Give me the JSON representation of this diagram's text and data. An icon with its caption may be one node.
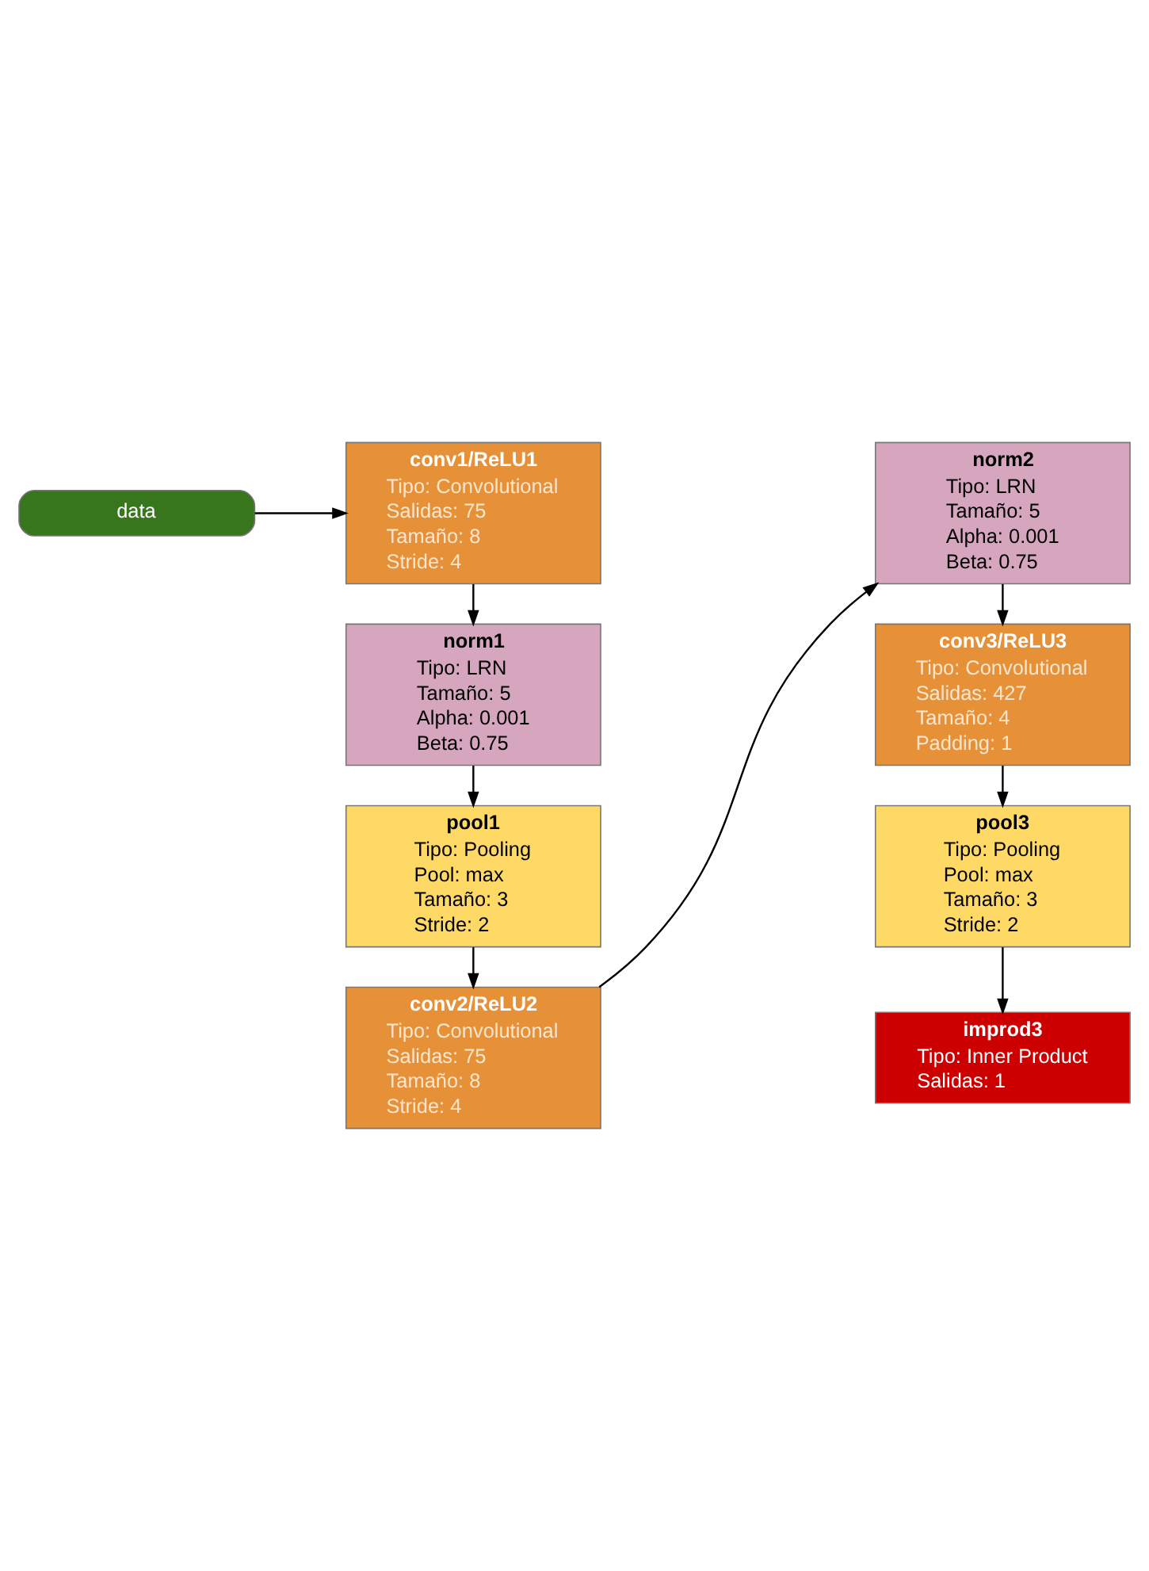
{
  "diagram": {
    "nodes": [
      {
        "text": [
          "data"
        ]
      },
      {
        "text": [
          "conv1/ReLU1",
          "Tipo: Convolutional",
          "Salidas: 75",
          "Tamaño: 8",
          "Stride: 4"
        ]
      },
      {
        "text": [
          "norm1",
          "Tipo: LRN",
          "Tamaño: 5",
          "Alpha: 0.001",
          "Beta: 0.75"
        ]
      },
      {
        "text": [
          "pool1",
          "Tipo: Pooling",
          "Pool: max",
          "Tamaño: 3",
          "Stride: 2"
        ]
      },
      {
        "text": [
          "conv2/ReLU2",
          "Tipo: Convolutional",
          "Salidas: 75",
          "Tamaño: 8",
          "Stride: 4"
        ]
      },
      {
        "text": [
          "norm2",
          "Tipo: LRN",
          "Tamaño: 5",
          "Alpha: 0.001",
          "Beta: 0.75"
        ]
      },
      {
        "text": [
          "conv3/ReLU3",
          "Tipo: Convolutional",
          "Salidas: 427",
          "Tamaño: 4",
          "Padding: 1"
        ]
      },
      {
        "text": [
          "pool3",
          "Tipo: Pooling",
          "Pool: max",
          "Tamaño: 3",
          "Stride: 2"
        ]
      },
      {
        "text": [
          "improd3",
          "Tipo: Inner Product",
          "Salidas: 1"
        ]
      }
    ],
    "edges": [
      {
        "from": 0,
        "to": 1,
        "arrow": "to"
      },
      {
        "from": 1,
        "to": 2,
        "arrow": "to"
      },
      {
        "from": 2,
        "to": 3,
        "arrow": "to"
      },
      {
        "from": 3,
        "to": 4,
        "arrow": "to"
      },
      {
        "from": 4,
        "to": 5,
        "arrow": "to"
      },
      {
        "from": 5,
        "to": 6,
        "arrow": "to"
      },
      {
        "from": 6,
        "to": 7,
        "arrow": "to"
      },
      {
        "from": 7,
        "to": 8,
        "arrow": "to"
      }
    ]
  }
}
